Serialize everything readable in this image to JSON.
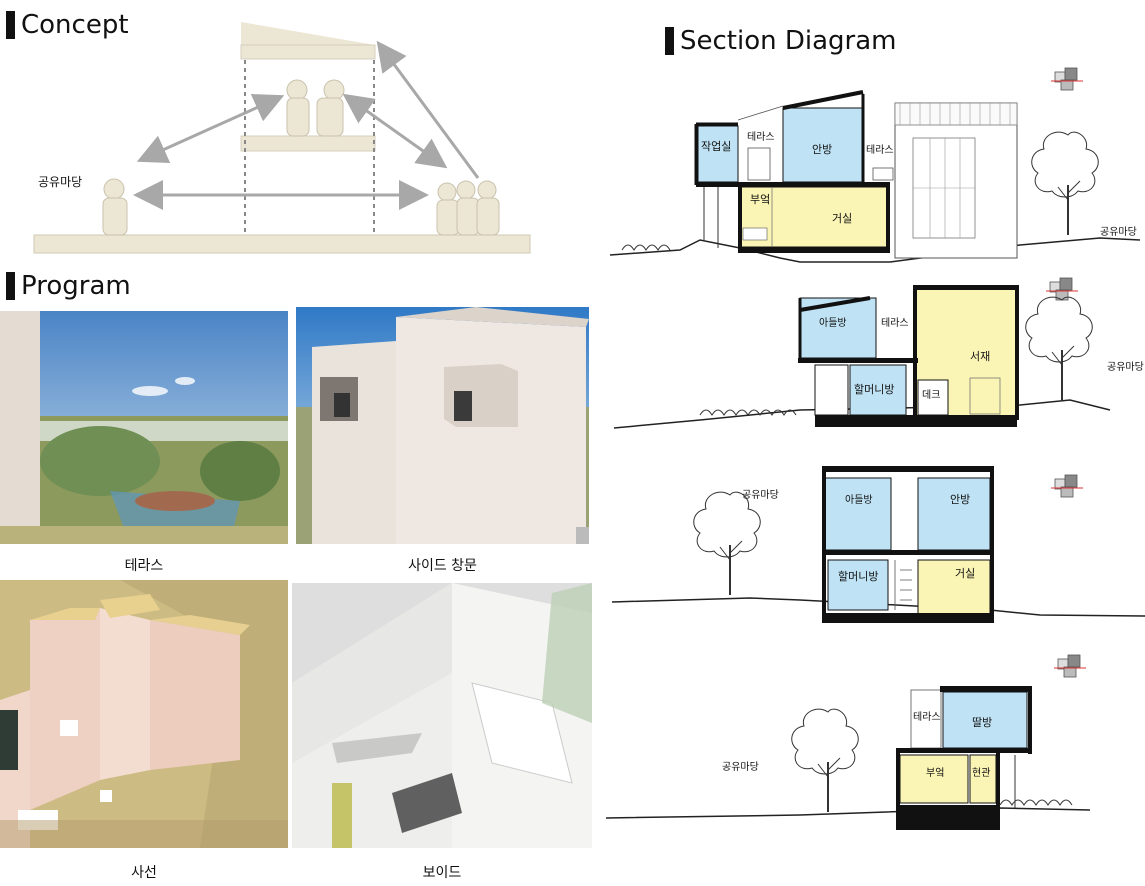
{
  "concept": {
    "heading": "Concept",
    "top_note": "",
    "label_shared_yard": "공유마당"
  },
  "program": {
    "heading": "Program",
    "captions": [
      "테라스",
      "사이드 창문",
      "사선",
      "보이드"
    ]
  },
  "section": {
    "heading": "Section Diagram",
    "s1": {
      "workroom": "작업실",
      "terrace1": "테라스",
      "main_room": "안방",
      "terrace2": "테라스",
      "kitchen": "부엌",
      "living": "거실",
      "yard": "공유마당"
    },
    "s2": {
      "son_room": "아들방",
      "terrace": "테라스",
      "study": "서재",
      "grandma_room": "할머니방",
      "deck": "데크",
      "yard": "공유마당"
    },
    "s3": {
      "yard": "공유마당",
      "son_room": "아들방",
      "main_room": "안방",
      "grandma_room": "할머니방",
      "living": "거실"
    },
    "s4": {
      "terrace": "테라스",
      "daughter_room": "딸방",
      "yard": "공유마당",
      "kitchen": "부엌",
      "entrance": "현관"
    }
  },
  "colors": {
    "blue_room": "#bfe3f5",
    "yellow_room": "#fbf5b5",
    "beige": "#ece6d4",
    "arrow": "#a8a8a8"
  }
}
